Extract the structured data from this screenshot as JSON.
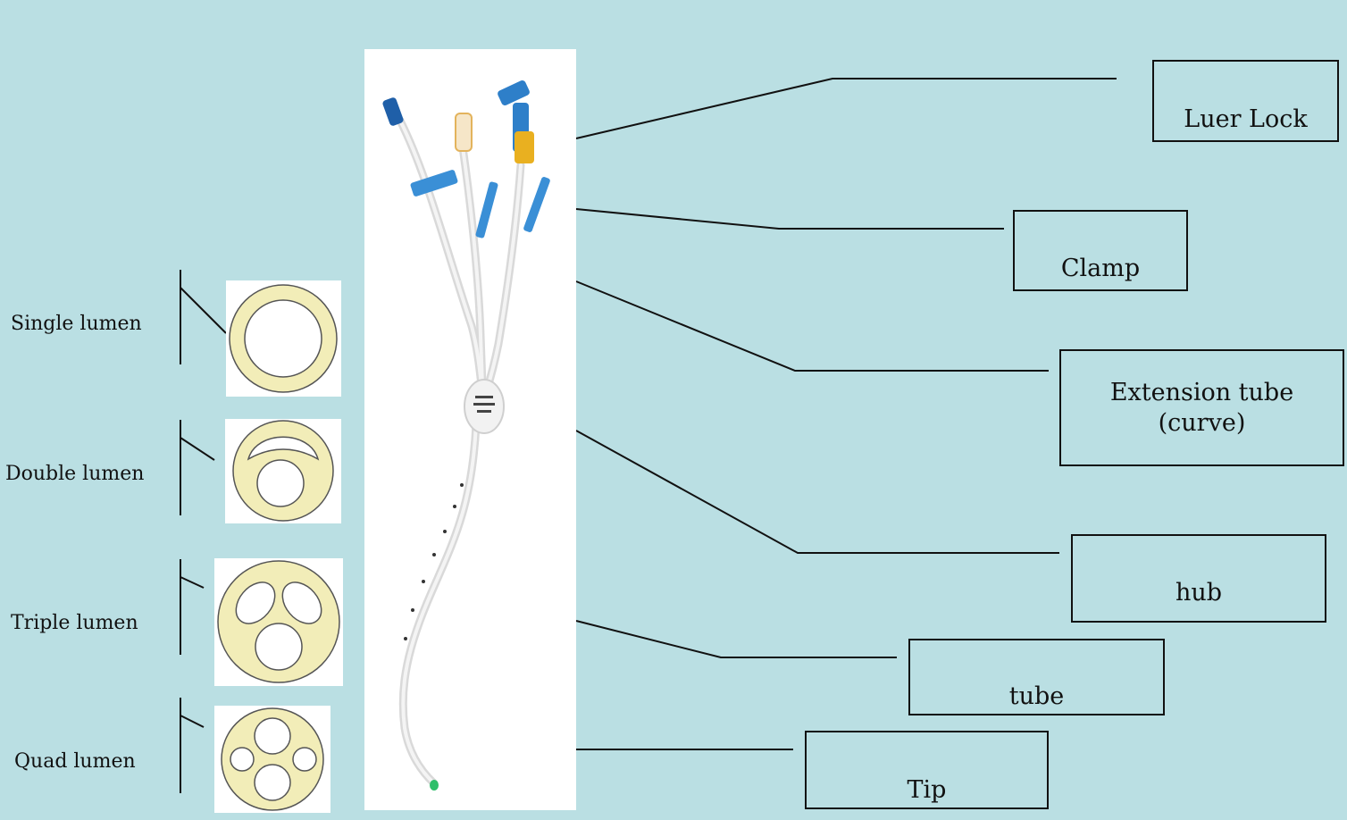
{
  "labels": {
    "luer_lock": "Luer Lock",
    "clamp": "Clamp",
    "extension_tube_line1": "Extension tube",
    "extension_tube_line2": "(curve)",
    "hub": "hub",
    "tube": "tube",
    "tip": "Tip"
  },
  "lumens": {
    "single": "Single lumen",
    "double": "Double lumen",
    "triple": "Triple lumen",
    "quad": "Quad lumen"
  },
  "colors": {
    "background": "#badfe3",
    "lumen_fill": "#f2edb8",
    "catheter_blue": "#2e7fc9",
    "connector_yellow": "#e9b020",
    "tip_green": "#2fbf6a"
  }
}
